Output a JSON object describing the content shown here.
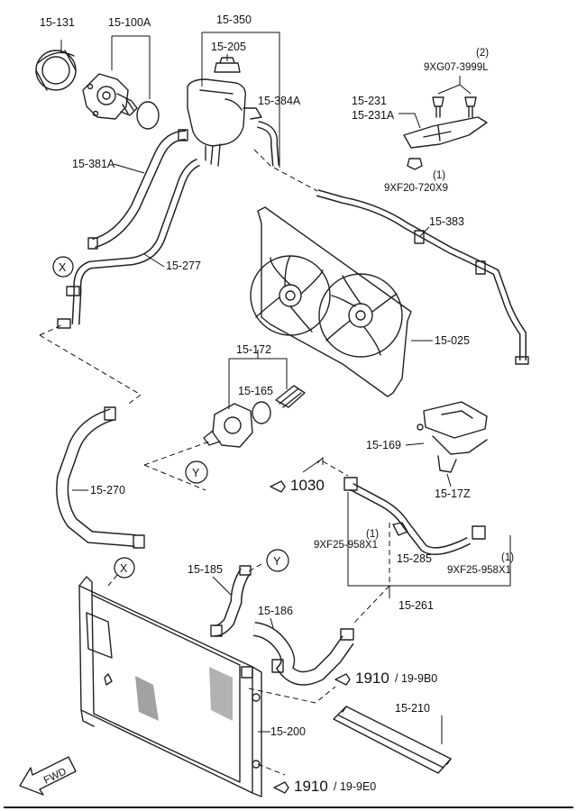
{
  "labels": {
    "p15_131": "15-131",
    "p15_100A": "15-100A",
    "p15_350": "15-350",
    "p15_205": "15-205",
    "p15_384A": "15-384A",
    "p15_381A": "15-381A",
    "p15_277": "15-277",
    "p15_231": "15-231",
    "p15_231A": "15-231A",
    "qty2": "(2)",
    "p9XG07": "9XG07-3999L",
    "qty1_top": "(1)",
    "p9XF20": "9XF20-720X9",
    "p15_383": "15-383",
    "p15_025": "15-025",
    "p15_172": "15-172",
    "p15_165": "15-165",
    "p15_169": "15-169",
    "p15_17Z": "15-17Z",
    "p15_270": "15-270",
    "ref_1030": "1030",
    "qty1_left": "(1)",
    "p9XF25_left": "9XF25-958X1",
    "p15_285": "15-285",
    "qty1_right": "(1)",
    "p9XF25_right": "9XF25-958X1",
    "p15_261": "15-261",
    "p15_185": "15-185",
    "p15_186": "15-186",
    "ref_1910a": "1910",
    "ref_1910a_sub": "/ 19-9B0",
    "p15_200": "15-200",
    "p15_210": "15-210",
    "ref_1910b": "1910",
    "ref_1910b_sub": "/ 19-9E0",
    "fwd": "FWD",
    "marker_x1": "X",
    "marker_x2": "X",
    "marker_y1": "Y",
    "marker_y2": "Y"
  }
}
